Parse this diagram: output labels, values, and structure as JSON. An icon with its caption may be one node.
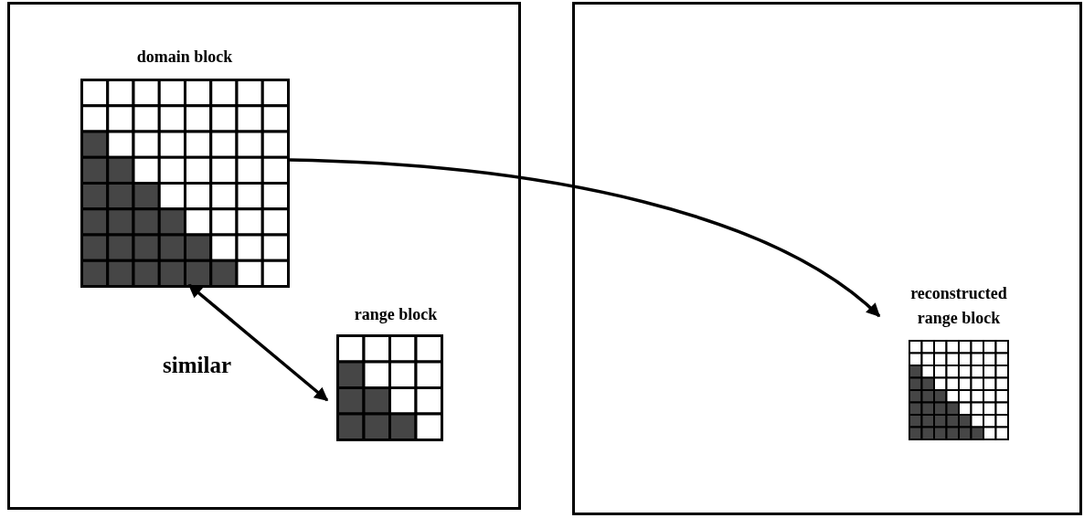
{
  "diagram": {
    "nodes": [
      {
        "text": [],
        "shape": "box"
      },
      {
        "text": [],
        "shape": "box"
      },
      {
        "text": [
          "domain block"
        ],
        "in": 0
      },
      {
        "text": [
          "range block"
        ],
        "in": 0
      },
      {
        "text": [
          "reconstructed range block"
        ],
        "in": 1
      }
    ],
    "edges": [
      {
        "from": 2,
        "to": 3,
        "arrow": "both",
        "label": "similar"
      },
      {
        "from": 2,
        "to": 4,
        "arrow": "to"
      }
    ]
  }
}
